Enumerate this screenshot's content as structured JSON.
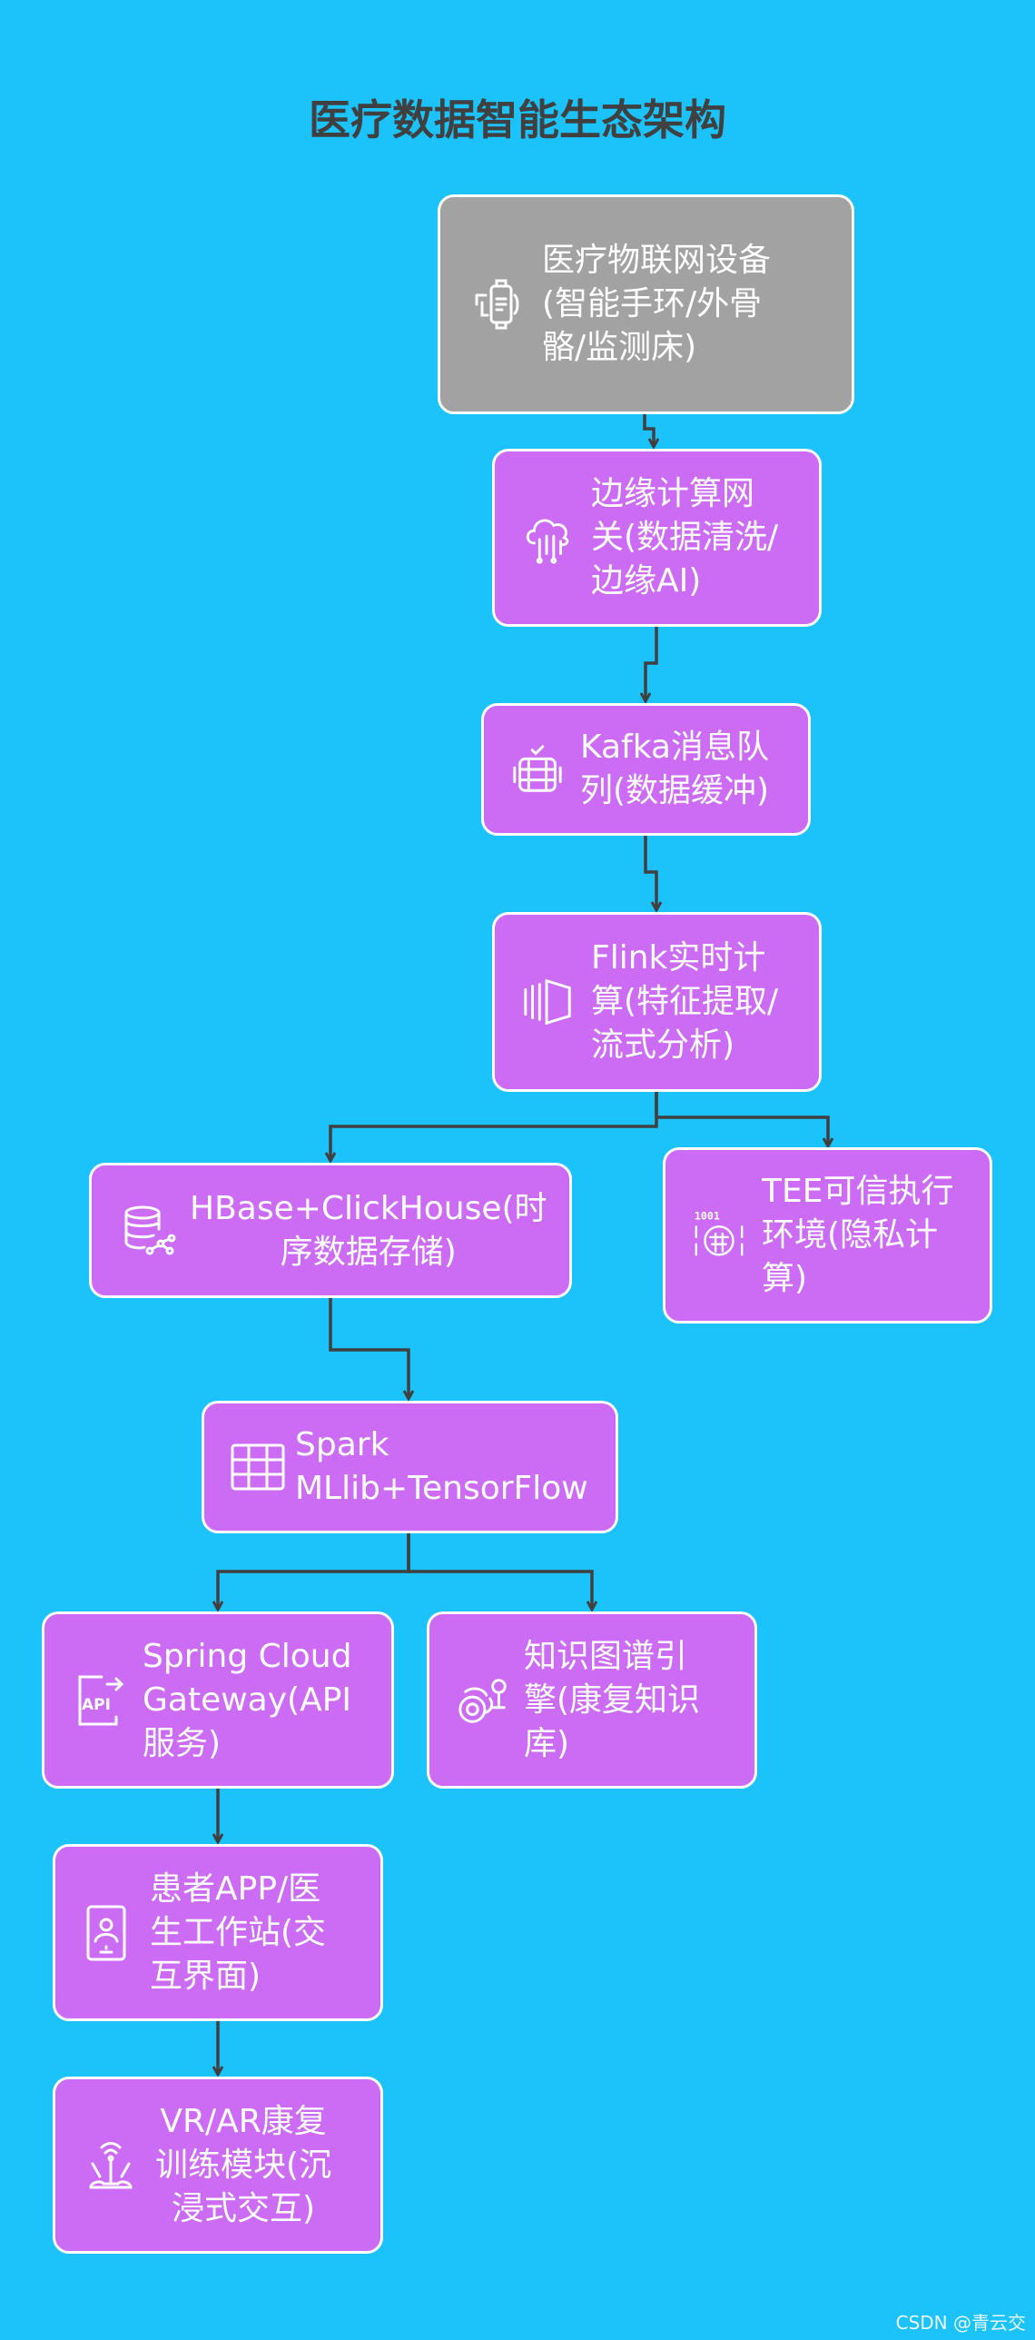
{
  "title": "医疗数据智能生态架构",
  "nodes": {
    "iot": {
      "l1": "医疗物联网设备",
      "l2": "(智能手环/外骨",
      "l3": "骼/监测床)"
    },
    "edge": {
      "l1": "边缘计算网",
      "l2": "关(数据清洗/",
      "l3": "边缘AI)"
    },
    "kafka": {
      "l1": "Kafka消息队",
      "l2": "列(数据缓冲)"
    },
    "flink": {
      "l1": "Flink实时计",
      "l2": "算(特征提取/",
      "l3": "流式分析)"
    },
    "hbase": {
      "l1": "HBase+ClickHouse(时",
      "l2": "序数据存储)"
    },
    "tee": {
      "l1": "TEE可信执行",
      "l2": "环境(隐私计",
      "l3": "算)"
    },
    "spark": {
      "l1": "Spark",
      "l2": "MLlib+TensorFlow"
    },
    "gateway": {
      "l1": "Spring Cloud",
      "l2": "Gateway(API",
      "l3": "服务)"
    },
    "kg": {
      "l1": "知识图谱引",
      "l2": "擎(康复知识",
      "l3": "库)"
    },
    "app": {
      "l1": "患者APP/医",
      "l2": "生工作站(交",
      "l3": "互界面)"
    },
    "vr": {
      "l1": "VR/AR康复",
      "l2": "训练模块(沉",
      "l3": "浸式交互)"
    }
  },
  "icons": {
    "iot": "wearable-device-icon",
    "edge": "cloud-computing-icon",
    "kafka": "message-queue-icon",
    "flink": "stream-layers-icon",
    "hbase": "database-icon",
    "tee": "privacy-shield-icon",
    "spark": "table-grid-icon",
    "gateway": "api-icon",
    "kg": "knowledge-graph-icon",
    "app": "mobile-app-icon",
    "vr": "vr-training-icon"
  },
  "colors": {
    "background": "#1cc3fb",
    "node_fill": "#cc6cf4",
    "source_node_fill": "#a2a2a2",
    "border": "#ffffff",
    "edge": "#404040",
    "title": "#404040"
  },
  "watermark": "CSDN @青云交"
}
